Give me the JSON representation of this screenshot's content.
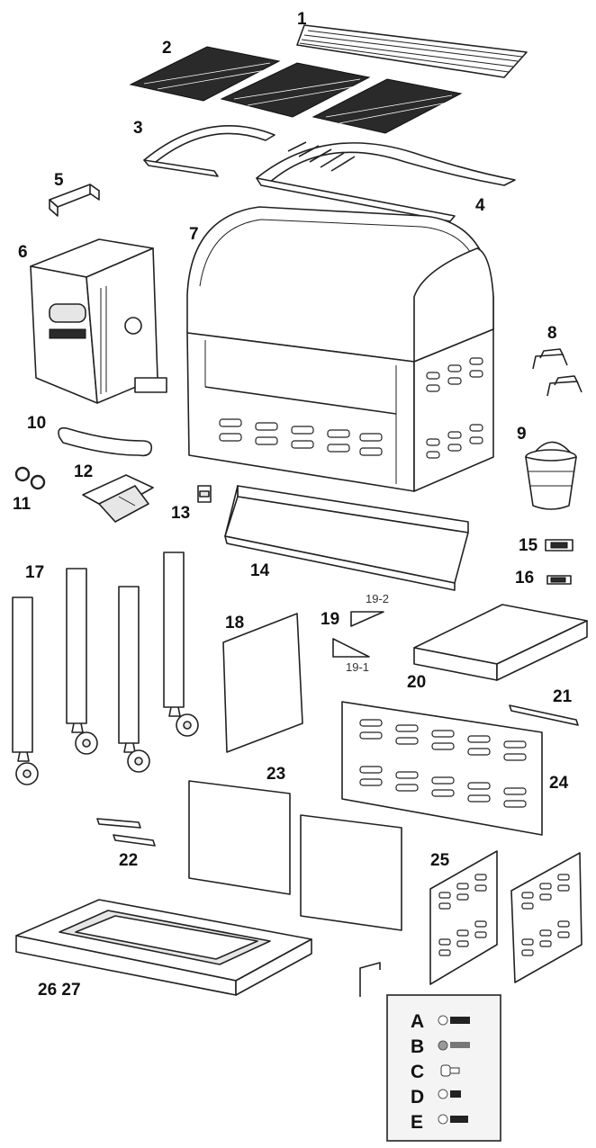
{
  "labels": {
    "p1": "1",
    "p2": "2",
    "p3": "3",
    "p4": "4",
    "p5": "5",
    "p6": "6",
    "p7": "7",
    "p8": "8",
    "p9": "9",
    "p10": "10",
    "p11": "11",
    "p12": "12",
    "p13": "13",
    "p14": "14",
    "p15": "15",
    "p16": "16",
    "p17": "17",
    "p18": "18",
    "p19": "19",
    "p19_1": "19-1",
    "p19_2": "19-2",
    "p20": "20",
    "p21": "21",
    "p22": "22",
    "p23": "23",
    "p24": "24",
    "p25": "25",
    "p26_27": "26 27"
  },
  "hardware_legend": [
    "A",
    "B",
    "C",
    "D",
    "E"
  ]
}
